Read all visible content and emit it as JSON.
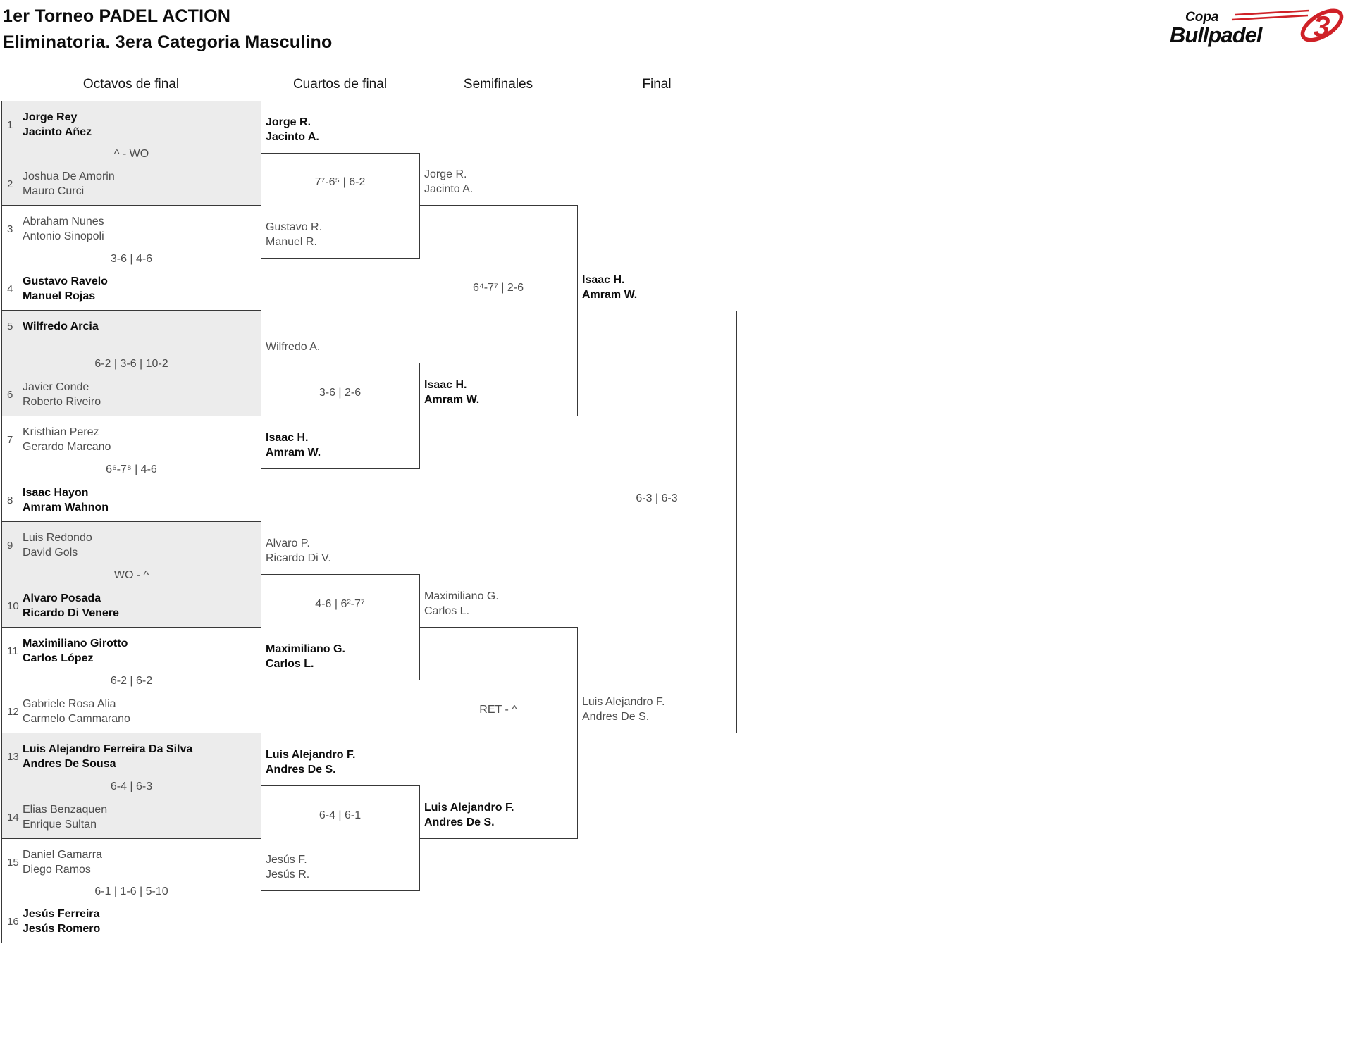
{
  "header": {
    "line1": "1er Torneo PADEL ACTION",
    "line2": "Eliminatoria. 3era Categoria Masculino"
  },
  "logo": {
    "line1": "Copa",
    "line2": "Bullpadel",
    "emblem": "3"
  },
  "round_headers": [
    "Octavos de final",
    "Cuartos de final",
    "Semifinales",
    "Final"
  ],
  "colors": {
    "accent_red": "#cf2127",
    "shaded_row": "#ececec",
    "border": "#383838"
  },
  "bracket": {
    "octavos": [
      {
        "shaded": true,
        "top": {
          "seed": "1",
          "lines": [
            "Jorge Rey",
            "Jacinto Añez"
          ],
          "winner": true
        },
        "score": "^ - WO",
        "bottom": {
          "seed": "2",
          "lines": [
            "Joshua De Amorin",
            "Mauro Curci"
          ],
          "winner": false
        }
      },
      {
        "shaded": false,
        "top": {
          "seed": "3",
          "lines": [
            "Abraham Nunes",
            "Antonio Sinopoli"
          ],
          "winner": false
        },
        "score": "3-6 | 4-6",
        "bottom": {
          "seed": "4",
          "lines": [
            "Gustavo Ravelo",
            "Manuel Rojas"
          ],
          "winner": true
        }
      },
      {
        "shaded": true,
        "top": {
          "seed": "5",
          "lines": [
            "Wilfredo Arcia"
          ],
          "winner": true
        },
        "score": "6-2 | 3-6 | 10-2",
        "bottom": {
          "seed": "6",
          "lines": [
            "Javier Conde",
            "Roberto Riveiro"
          ],
          "winner": false
        }
      },
      {
        "shaded": false,
        "top": {
          "seed": "7",
          "lines": [
            "Kristhian Perez",
            "Gerardo Marcano"
          ],
          "winner": false
        },
        "score": "6⁶-7⁸ | 4-6",
        "bottom": {
          "seed": "8",
          "lines": [
            "Isaac Hayon",
            "Amram Wahnon"
          ],
          "winner": true
        }
      },
      {
        "shaded": true,
        "top": {
          "seed": "9",
          "lines": [
            "Luis Redondo",
            "David Gols"
          ],
          "winner": false
        },
        "score": "WO - ^",
        "bottom": {
          "seed": "10",
          "lines": [
            "Alvaro Posada",
            "Ricardo Di Venere"
          ],
          "winner": true
        }
      },
      {
        "shaded": false,
        "top": {
          "seed": "11",
          "lines": [
            "Maximiliano Girotto",
            "Carlos López"
          ],
          "winner": true
        },
        "score": "6-2 | 6-2",
        "bottom": {
          "seed": "12",
          "lines": [
            "Gabriele Rosa Alia",
            "Carmelo Cammarano"
          ],
          "winner": false
        }
      },
      {
        "shaded": true,
        "top": {
          "seed": "13",
          "lines": [
            "Luis Alejandro Ferreira Da Silva",
            "Andres De Sousa"
          ],
          "winner": true
        },
        "score": "6-4 | 6-3",
        "bottom": {
          "seed": "14",
          "lines": [
            "Elias Benzaquen",
            "Enrique Sultan"
          ],
          "winner": false
        }
      },
      {
        "shaded": false,
        "top": {
          "seed": "15",
          "lines": [
            "Daniel Gamarra",
            "Diego Ramos"
          ],
          "winner": false
        },
        "score": "6-1 | 1-6 | 5-10",
        "bottom": {
          "seed": "16",
          "lines": [
            "Jesús Ferreira",
            "Jesús Romero"
          ],
          "winner": true
        }
      }
    ],
    "cuartos": [
      {
        "top": {
          "lines": [
            "Jorge R.",
            "Jacinto A."
          ],
          "winner": true
        },
        "score": "7⁷-6⁵ | 6-2",
        "bottom": {
          "lines": [
            "Gustavo R.",
            "Manuel R."
          ],
          "winner": false
        }
      },
      {
        "top": {
          "lines": [
            "Wilfredo A."
          ],
          "winner": false
        },
        "score": "3-6 | 2-6",
        "bottom": {
          "lines": [
            "Isaac H.",
            "Amram W."
          ],
          "winner": true
        }
      },
      {
        "top": {
          "lines": [
            "Alvaro P.",
            "Ricardo Di V."
          ],
          "winner": false
        },
        "score": "4-6 | 6²-7⁷",
        "bottom": {
          "lines": [
            "Maximiliano G.",
            "Carlos L."
          ],
          "winner": true
        }
      },
      {
        "top": {
          "lines": [
            "Luis Alejandro F.",
            "Andres De S."
          ],
          "winner": true
        },
        "score": "6-4 | 6-1",
        "bottom": {
          "lines": [
            "Jesús F.",
            "Jesús R."
          ],
          "winner": false
        }
      }
    ],
    "semifinales": [
      {
        "top": {
          "lines": [
            "Jorge R.",
            "Jacinto A."
          ],
          "winner": false
        },
        "score": "6⁴-7⁷ | 2-6",
        "bottom": {
          "lines": [
            "Isaac H.",
            "Amram W."
          ],
          "winner": true
        }
      },
      {
        "top": {
          "lines": [
            "Maximiliano G.",
            "Carlos L."
          ],
          "winner": false
        },
        "score": "RET - ^",
        "bottom": {
          "lines": [
            "Luis Alejandro F.",
            "Andres De S."
          ],
          "winner": true
        }
      }
    ],
    "final_match": [
      {
        "top": {
          "lines": [
            "Isaac H.",
            "Amram W."
          ],
          "winner": true
        },
        "score": "6-3 | 6-3",
        "bottom": {
          "lines": [
            "Luis Alejandro F.",
            "Andres De S."
          ],
          "winner": false
        }
      }
    ]
  }
}
